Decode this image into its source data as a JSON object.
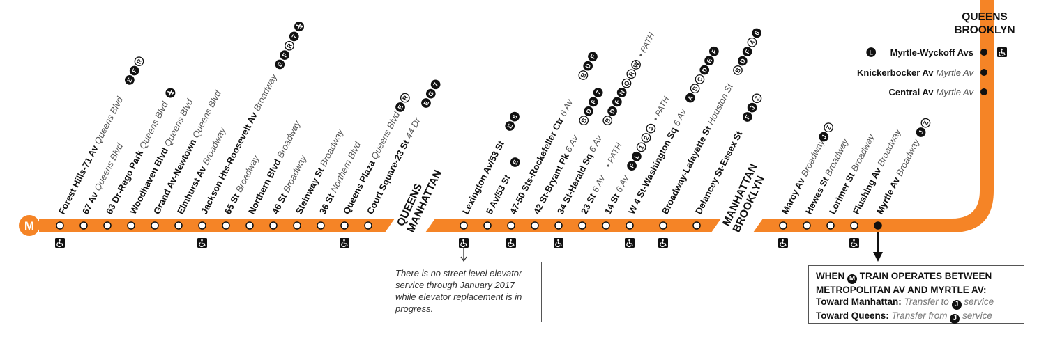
{
  "line": {
    "bullet": "M",
    "color": "#f58426"
  },
  "colors": {
    "route_orange": "#f58426",
    "station_fill": "#ffffff",
    "text": "#111111",
    "italic_text": "#555555",
    "bullet_bg": "#111111",
    "accessible_bg": "#111111"
  },
  "stations": [
    {
      "name": "Forest Hills-71 Av",
      "street": "Queens Blvd",
      "filled": [
        "E",
        "F"
      ],
      "open": [
        "R"
      ],
      "suffix": "",
      "accessible": true
    },
    {
      "name": "67 Av",
      "street": "Queens Blvd",
      "filled": [],
      "open": [],
      "suffix": "",
      "accessible": false
    },
    {
      "name": "63 Dr-Rego Park",
      "street": "Queens Blvd",
      "filled": [],
      "open": [],
      "suffix": "",
      "accessible": false,
      "airport": true
    },
    {
      "name": "Woodhaven Blvd",
      "street": "Queens Blvd",
      "filled": [],
      "open": [],
      "suffix": "",
      "accessible": false
    },
    {
      "name": "Grand Av-Newtown",
      "street": "Queens Blvd",
      "filled": [],
      "open": [],
      "suffix": "",
      "accessible": false
    },
    {
      "name": "Elmhurst Av",
      "street": "Broadway",
      "filled": [],
      "open": [],
      "suffix": "",
      "accessible": false
    },
    {
      "name": "Jackson Hts-Roosevelt Av",
      "street": "Broadway",
      "filled": [
        "E",
        "F"
      ],
      "open": [
        "R"
      ],
      "filled2": [
        "7"
      ],
      "suffix": "",
      "accessible": true,
      "airport": true
    },
    {
      "name": "65 St",
      "street": "Broadway",
      "filled": [],
      "open": [],
      "suffix": "",
      "accessible": false
    },
    {
      "name": "Northern Blvd",
      "street": "Broadway",
      "filled": [],
      "open": [],
      "suffix": "",
      "accessible": false
    },
    {
      "name": "46 St",
      "street": "Broadway",
      "filled": [],
      "open": [],
      "suffix": "",
      "accessible": false
    },
    {
      "name": "Steinway St",
      "street": "Broadway",
      "filled": [],
      "open": [],
      "suffix": "",
      "accessible": false
    },
    {
      "name": "36 St",
      "street": "Northern Blvd",
      "filled": [],
      "open": [],
      "suffix": "",
      "accessible": false
    },
    {
      "name": "Queens Plaza",
      "street": "Queens Blvd",
      "filled": [
        "E"
      ],
      "open": [
        "R"
      ],
      "suffix": "",
      "accessible": true
    },
    {
      "name": "Court Square-23 St",
      "street": "44 Dr",
      "filled": [
        "E",
        "G",
        "7"
      ],
      "open": [],
      "suffix": "",
      "accessible": false
    },
    {
      "name": "Lexington Av/53 St",
      "street": "",
      "filled": [
        "E",
        "6"
      ],
      "open": [],
      "suffix": "",
      "accessible": true
    },
    {
      "name": "5 Av/53 St",
      "street": "",
      "filled": [
        "E"
      ],
      "open": [],
      "suffix": "",
      "accessible": false
    },
    {
      "name": "47-50 Sts-Rockefeller Ctr",
      "street": "6 Av",
      "filled": [],
      "open": [
        "B"
      ],
      "filled2": [
        "D",
        "F"
      ],
      "suffix": "",
      "accessible": true
    },
    {
      "name": "42 St-Bryant Pk",
      "street": "6 Av",
      "filled": [],
      "open": [
        "B"
      ],
      "filled2": [
        "D",
        "F",
        "7"
      ],
      "suffix": "",
      "accessible": false
    },
    {
      "name": "34 St-Herald Sq",
      "street": "6 Av",
      "filled": [],
      "open": [
        "B"
      ],
      "filled2": [
        "D",
        "F",
        "N"
      ],
      "open2": [
        "Q",
        "R",
        "W"
      ],
      "suffix": "• PATH",
      "accessible": true
    },
    {
      "name": "23 St",
      "street": "6 Av",
      "filled": [],
      "open": [],
      "suffix": "• PATH",
      "accessible": false
    },
    {
      "name": "14 St",
      "street": "6 Av",
      "filled": [
        "F",
        "L"
      ],
      "open": [
        "1",
        "2",
        "3"
      ],
      "suffix": "• PATH",
      "accessible": false
    },
    {
      "name": "W 4 St-Washington Sq",
      "street": "6 Av",
      "filled": [
        "A"
      ],
      "open": [
        "B",
        "C"
      ],
      "filled2": [
        "D",
        "E",
        "F"
      ],
      "suffix": "",
      "accessible": true
    },
    {
      "name": "Broadway-Lafayette St",
      "street": "Houston St",
      "filled": [],
      "open": [
        "B"
      ],
      "filled2": [
        "D",
        "F"
      ],
      "open2": [
        "4"
      ],
      "filled3": [
        "6"
      ],
      "suffix": "",
      "accessible": true
    },
    {
      "name": "Delancey St-Essex St",
      "street": "",
      "filled": [
        "F",
        "J"
      ],
      "open": [
        "Z"
      ],
      "suffix": "",
      "accessible": false
    },
    {
      "name": "Marcy Av",
      "street": "Broadway",
      "filled": [
        "J"
      ],
      "open": [
        "Z"
      ],
      "suffix": "",
      "accessible": true
    },
    {
      "name": "Hewes St",
      "street": "Broadway",
      "filled": [],
      "open": [],
      "suffix": "",
      "accessible": false
    },
    {
      "name": "Lorimer St",
      "street": "Broadway",
      "filled": [],
      "open": [],
      "suffix": "",
      "accessible": false
    },
    {
      "name": "Flushing Av",
      "street": "Broadway",
      "filled": [],
      "open": [],
      "suffix": "",
      "accessible": true
    },
    {
      "name": "Myrtle Av",
      "street": "Broadway",
      "filled": [
        "J"
      ],
      "open": [
        "Z"
      ],
      "suffix": "",
      "accessible": false
    }
  ],
  "borough_labels": [
    {
      "top": "QUEENS",
      "bottom": "MANHATTAN"
    },
    {
      "top": "MANHATTAN",
      "bottom": "BROOKLYN"
    },
    {
      "top": "QUEENS",
      "bottom": "BROOKLYN"
    }
  ],
  "branch_stations": [
    {
      "name": "Myrtle-Wyckoff Avs",
      "street": "",
      "bullet": "L",
      "accessible": true
    },
    {
      "name": "Knickerbocker Av",
      "street": "Myrtle Av",
      "bullet": "",
      "accessible": false
    },
    {
      "name": "Central Av",
      "street": "Myrtle Av",
      "bullet": "",
      "accessible": false
    }
  ],
  "elevator_note": "There is no street level elevator service through January 2017 while elevator replacement is in progress.",
  "transfer_note": {
    "header_pre": "WHEN",
    "header_bullet": "M",
    "header_post": "TRAIN OPERATES BETWEEN METROPOLITAN AV AND MYRTLE AV:",
    "row1_label": "Toward Manhattan:",
    "row1_pre": "Transfer to",
    "row1_bullet": "J",
    "row1_post": "service",
    "row2_label": "Toward Queens:",
    "row2_pre": "Transfer from",
    "row2_bullet": "J",
    "row2_post": "service"
  }
}
